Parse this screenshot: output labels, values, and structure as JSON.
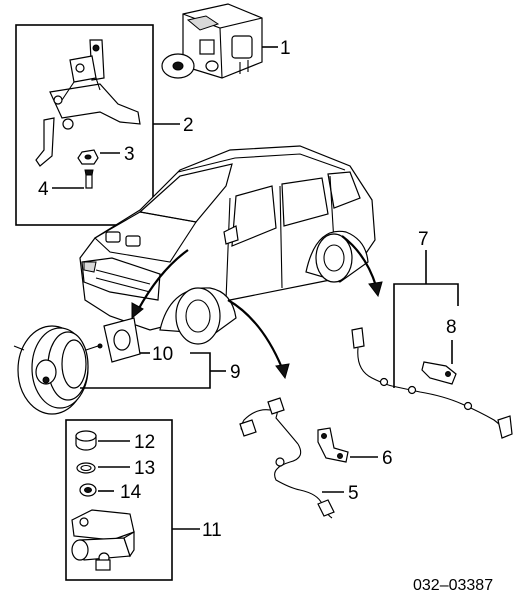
{
  "callouts": {
    "c1": "1",
    "c2": "2",
    "c3": "3",
    "c4": "4",
    "c5": "5",
    "c6": "6",
    "c7": "7",
    "c8": "8",
    "c9": "9",
    "c10": "10",
    "c11": "11",
    "c12": "12",
    "c13": "13",
    "c14": "14"
  },
  "part_number": "032–03387"
}
